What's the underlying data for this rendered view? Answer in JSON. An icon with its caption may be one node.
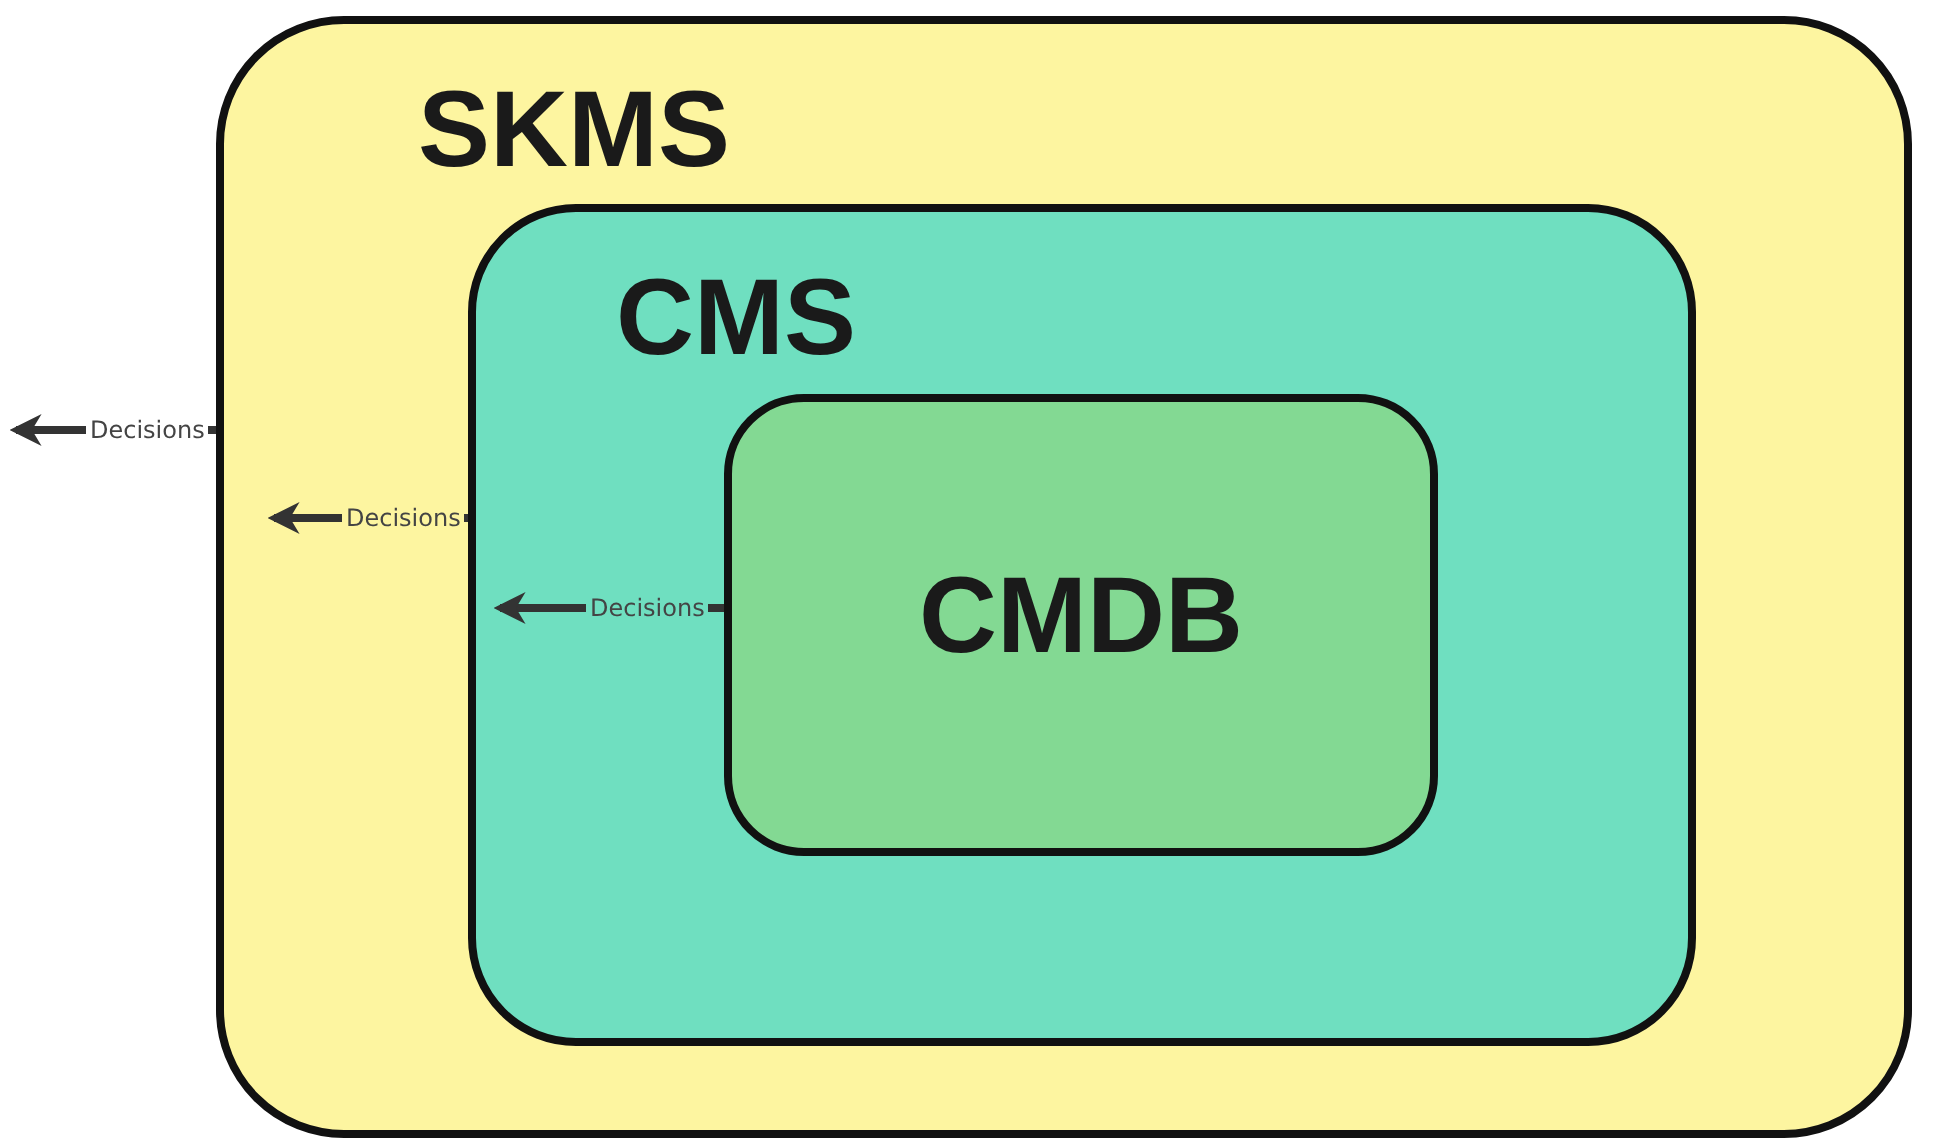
{
  "diagram": {
    "nodes": [
      {
        "text": [
          "SKMS"
        ]
      },
      {
        "text": [
          "CMS"
        ],
        "in": 0
      },
      {
        "text": [
          "CMDB"
        ],
        "in": 1
      }
    ],
    "edges": [
      {
        "from": 0,
        "to": null,
        "arrow": "to",
        "label": "Decisions"
      },
      {
        "from": 1,
        "to": null,
        "arrow": "to",
        "label": "Decisions"
      },
      {
        "from": 2,
        "to": null,
        "arrow": "to",
        "label": "Decisions"
      }
    ]
  }
}
